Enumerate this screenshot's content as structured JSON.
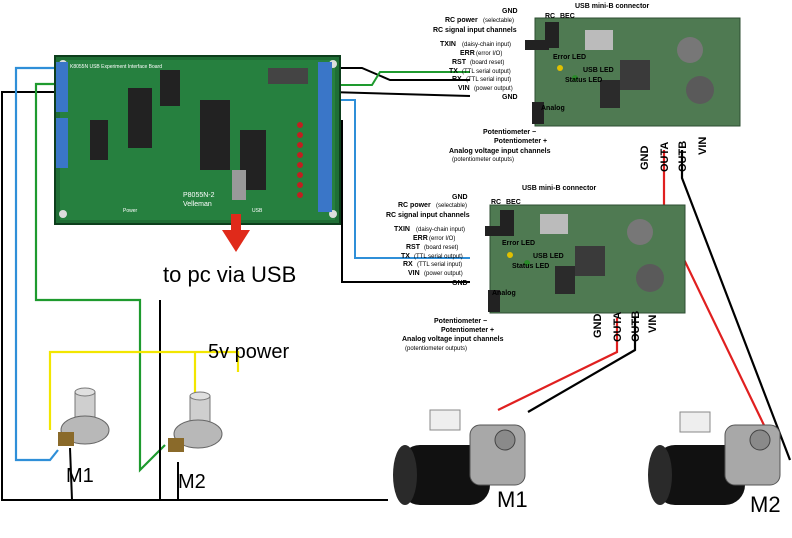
{
  "board": {
    "title": "K8055N USB Experiment Interface Board",
    "model": "P8055N-2",
    "brand": "Velleman",
    "power_label": "Power",
    "usb_label": "USB"
  },
  "labels": {
    "to_pc": "to pc via USB",
    "power": "5v power",
    "pot1": "M1",
    "pot2": "M2",
    "motor1": "M1",
    "motor2": "M2"
  },
  "controllers": [
    {
      "usb_connector": "USB mini-B connector",
      "rc": "RC",
      "bec": "BEC",
      "gnd": "GND",
      "rc_power": "RC power",
      "rc_power_sub": "(selectable)",
      "rc_signal": "RC signal input channels",
      "txin": "TXIN",
      "txin_sub": "(daisy-chain input)",
      "err": "ERR",
      "err_sub": "(error I/O)",
      "rst": "RST",
      "rst_sub": "(board reset)",
      "tx": "TX",
      "tx_sub": "(TTL serial output)",
      "rx": "RX",
      "rx_sub": "(TTL serial input)",
      "vin": "VIN",
      "vin_sub": "(power output)",
      "gnd2": "GND",
      "error_led": "Error LED",
      "usb_led": "USB LED",
      "status_led": "Status LED",
      "analog": "Analog",
      "pot_minus": "Potentiometer −",
      "pot_plus": "Potentiometer +",
      "analog_channels": "Analog voltage input channels",
      "analog_sub": "(potentiometer outputs)",
      "out_gnd": "GND",
      "out_a": "OUTA",
      "out_b": "OUTB",
      "out_vin": "VIN"
    },
    {
      "usb_connector": "USB mini-B connector",
      "rc": "RC",
      "bec": "BEC",
      "gnd": "GND",
      "rc_power": "RC power",
      "rc_power_sub": "(selectable)",
      "rc_signal": "RC signal input channels",
      "txin": "TXIN",
      "txin_sub": "(daisy-chain input)",
      "err": "ERR",
      "err_sub": "(error I/O)",
      "rst": "RST",
      "rst_sub": "(board reset)",
      "tx": "TX",
      "tx_sub": "(TTL serial output)",
      "rx": "RX",
      "rx_sub": "(TTL serial input)",
      "vin": "VIN",
      "vin_sub": "(power output)",
      "gnd2": "GND",
      "error_led": "Error LED",
      "usb_led": "USB LED",
      "status_led": "Status LED",
      "analog": "Analog",
      "pot_minus": "Potentiometer −",
      "pot_plus": "Potentiometer +",
      "analog_channels": "Analog voltage input channels",
      "analog_sub": "(potentiometer outputs)",
      "out_gnd": "GND",
      "out_a": "OUTA",
      "out_b": "OUTB",
      "out_vin": "VIN"
    }
  ],
  "colors": {
    "wire_black": "#000000",
    "wire_blue": "#2f8fd8",
    "wire_green": "#1e9a2e",
    "wire_yellow": "#f2e600",
    "wire_red": "#e02020",
    "pcb_green": "#1f6e35",
    "controller_pcb": "#4f7a52",
    "arrow": "#e02a1a"
  }
}
